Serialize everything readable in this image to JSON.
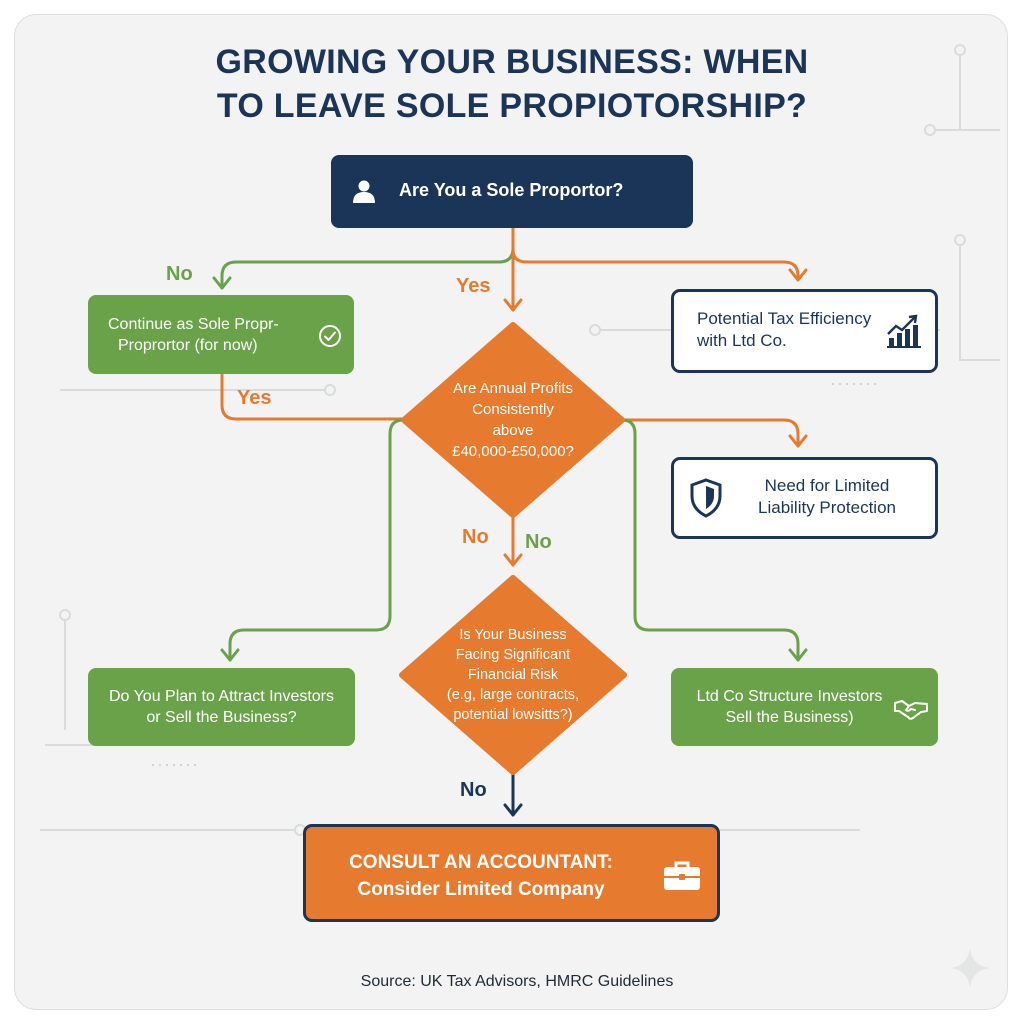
{
  "title": {
    "line1": "GROWING YOUR BUSINESS: WHEN",
    "line2": "TO LEAVE SOLE PROPIOTORSHIP?"
  },
  "start": {
    "text": "Are You a Sole Proportor?",
    "icon": "person-icon"
  },
  "continue_box": {
    "line1": "Continue as Sole Propr-",
    "line2": "Proprortor (for now)",
    "icon": "check-circle-icon"
  },
  "tax_box": {
    "line1": "Potential Tax Efficiency",
    "line2": "with Ltd Co.",
    "icon": "bar-chart-growth-icon"
  },
  "liability_box": {
    "line1": "Need for Limited",
    "line2": "Liability Protection",
    "icon": "shield-icon"
  },
  "profits_decision": {
    "lines": [
      "Are Annual Profits",
      "Consistently",
      "above",
      "£40,000-£50,000?"
    ]
  },
  "risk_decision": {
    "lines": [
      "Is Your Business",
      "Facing Significant",
      "Financial Risk",
      "(e.g, large contracts,",
      "potential lowsitts?)"
    ]
  },
  "investors_box": {
    "line1": "Do You Plan to Attract Investors",
    "line2": "or Sell the Business?"
  },
  "ltd_box": {
    "line1": "Ltd Co Structure Investors",
    "line2": "Sell the Business)",
    "icon": "handshake-icon"
  },
  "consult_box": {
    "line1": "CONSULT AN ACCOUNTANT:",
    "line2": "Consider Limited Company",
    "icon": "briefcase-icon"
  },
  "labels": {
    "no_left": "No",
    "yes_center": "Yes",
    "yes_left": "Yes",
    "no_orange": "No",
    "no_green": "No",
    "no_bottom": "No"
  },
  "source": "Source: UK Tax Advisors, HMRC Guidelines",
  "colors": {
    "navy": "#1b3559",
    "green": "#6aa24a",
    "orange": "#e67a2e",
    "background": "#f2f3f2"
  }
}
